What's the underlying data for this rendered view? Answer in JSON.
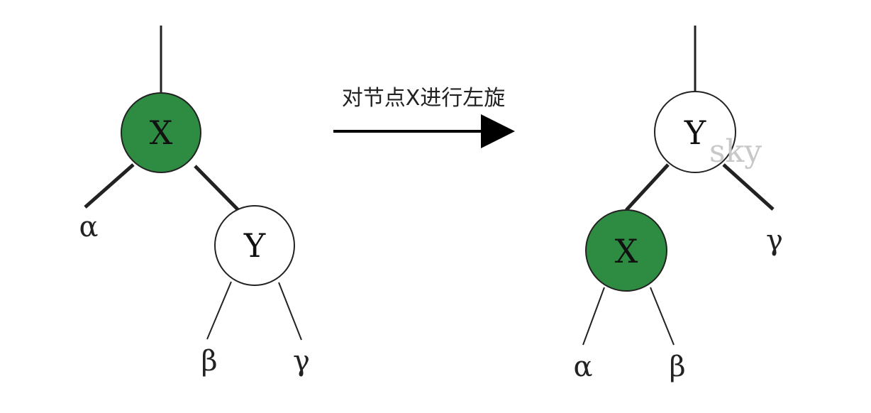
{
  "caption": "对节点X进行左旋",
  "watermark": "sky",
  "colors": {
    "x_node_fill": "#2e8b42",
    "y_node_fill": "#ffffff",
    "stroke": "#222222",
    "arrow": "#000000"
  },
  "before": {
    "node_x": "X",
    "node_y": "Y",
    "leaf_alpha": "α",
    "leaf_beta": "β",
    "leaf_gamma": "γ"
  },
  "after": {
    "node_y": "Y",
    "node_x": "X",
    "leaf_gamma": "γ",
    "leaf_alpha": "α",
    "leaf_beta": "β"
  }
}
